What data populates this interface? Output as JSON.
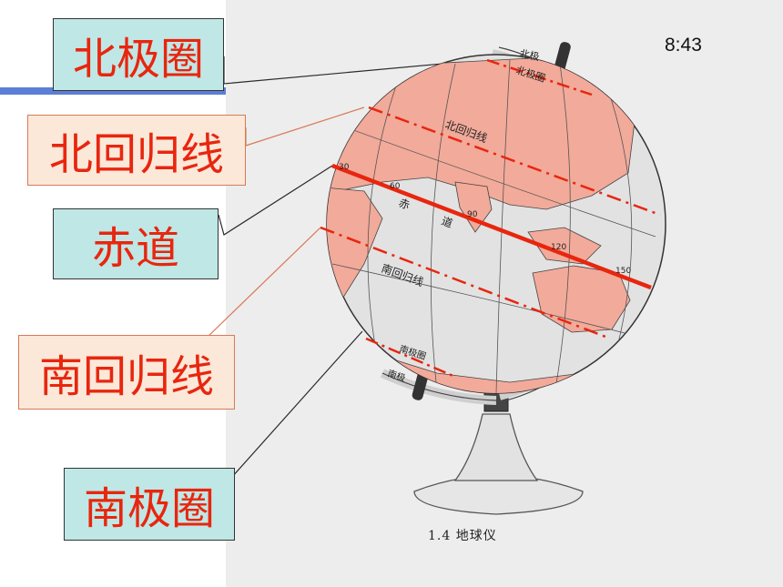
{
  "clock": "8:43",
  "labels": {
    "arctic_circle": "北极圈",
    "tropic_cancer": "北回归线",
    "equator": "赤道",
    "tropic_capricorn": "南回归线",
    "antarctic_circle": "南极圈"
  },
  "globe_labels": {
    "north_pole": "北极",
    "arctic_circle": "北极圈",
    "tropic_cancer": "北回归线",
    "equator_left": "赤",
    "equator_right": "道",
    "tropic_capricorn": "南回归线",
    "antarctic_circle": "南极圈",
    "south_pole": "南极"
  },
  "meridian_numbers": [
    "30",
    "60",
    "90",
    "120",
    "150"
  ],
  "caption": "1.4   地球仪",
  "colors": {
    "line_red": "#e8260e",
    "cyan_box": "#bfe7e6",
    "pink_box": "#fbe8d9",
    "land": "#f2aa9a",
    "ocean": "#e2e2e2"
  }
}
